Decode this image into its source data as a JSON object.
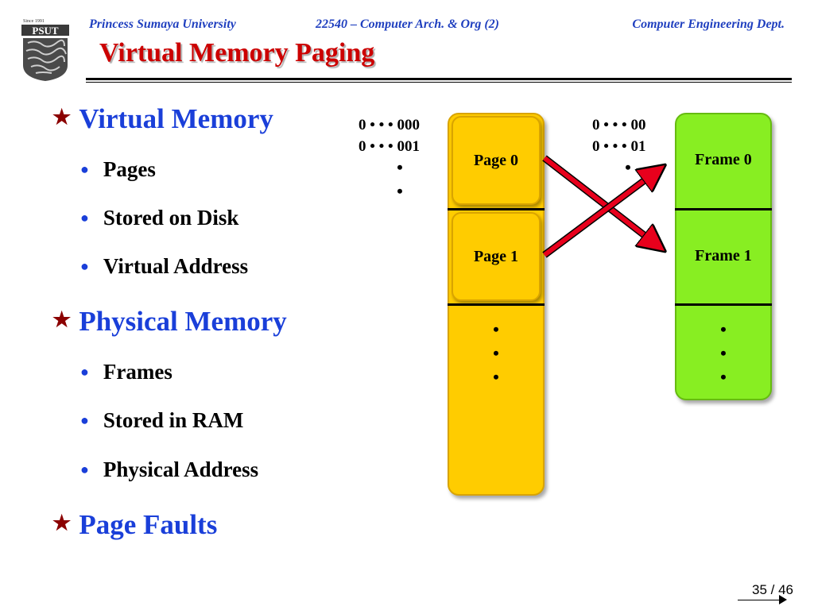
{
  "header": {
    "left": "Princess Sumaya University",
    "center": "22540 – Computer Arch. & Org (2)",
    "right": "Computer Engineering Dept."
  },
  "logo": {
    "since": "Since 1991",
    "name": "PSUT"
  },
  "title": "Virtual Memory Paging",
  "bullets": [
    {
      "label": "Virtual Memory",
      "items": [
        "Pages",
        "Stored on Disk",
        "Virtual Address"
      ]
    },
    {
      "label": "Physical Memory",
      "items": [
        "Frames",
        "Stored in RAM",
        "Physical Address"
      ]
    },
    {
      "label": "Page Faults",
      "items": []
    }
  ],
  "diagram": {
    "virtual_addresses": [
      "0 • • • 000",
      "0 • • • 001"
    ],
    "physical_addresses": [
      "0 • • • 00",
      "0 • • • 01"
    ],
    "pages": [
      "Page 0",
      "Page 1"
    ],
    "frames": [
      "Frame 0",
      "Frame 1"
    ],
    "ellipsis": "•",
    "mapping": [
      {
        "from": "Page 0",
        "to": "Frame 1"
      },
      {
        "from": "Page 1",
        "to": "Frame 0"
      }
    ],
    "colors": {
      "virtual": "#ffcc00",
      "physical": "#88ee22",
      "arrow": "#e8001c"
    }
  },
  "footer": {
    "page_number": "35 / 46"
  }
}
